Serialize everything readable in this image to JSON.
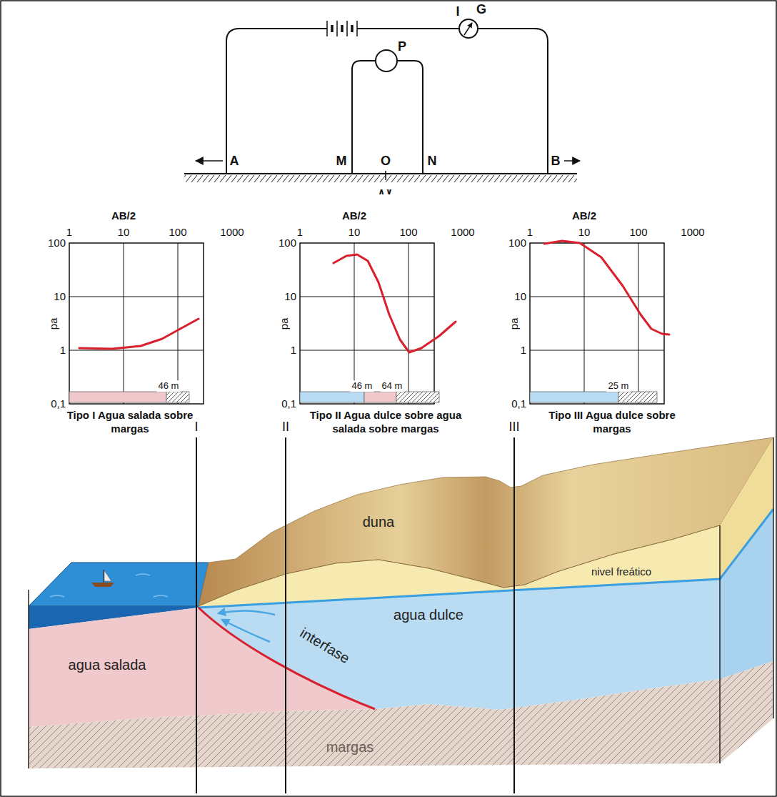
{
  "diagram": {
    "labels": [
      "A",
      "M",
      "O",
      "N",
      "B",
      "P",
      "I",
      "G",
      "∧∨",
      "AB/2",
      "1",
      "10",
      "100",
      "1000",
      "100",
      "10",
      "1",
      "0,1",
      "pa",
      "46 m",
      "Tipo I Agua salada sobre margas",
      "AB/2",
      "1",
      "10",
      "100",
      "1000",
      "100",
      "10",
      "1",
      "0,1",
      "pa",
      "46 m",
      "64 m",
      "Tipo II Agua dulce sobre agua salada sobre margas",
      "AB/2",
      "1",
      "10",
      "100",
      "1000",
      "100",
      "10",
      "1",
      "0,1",
      "pa",
      "25 m",
      "Tipo III Agua dulce sobre margas",
      "I",
      "II",
      "III",
      "duna",
      "nivel freático",
      "agua dulce",
      "agua salada",
      "interfase",
      "margas"
    ]
  }
}
